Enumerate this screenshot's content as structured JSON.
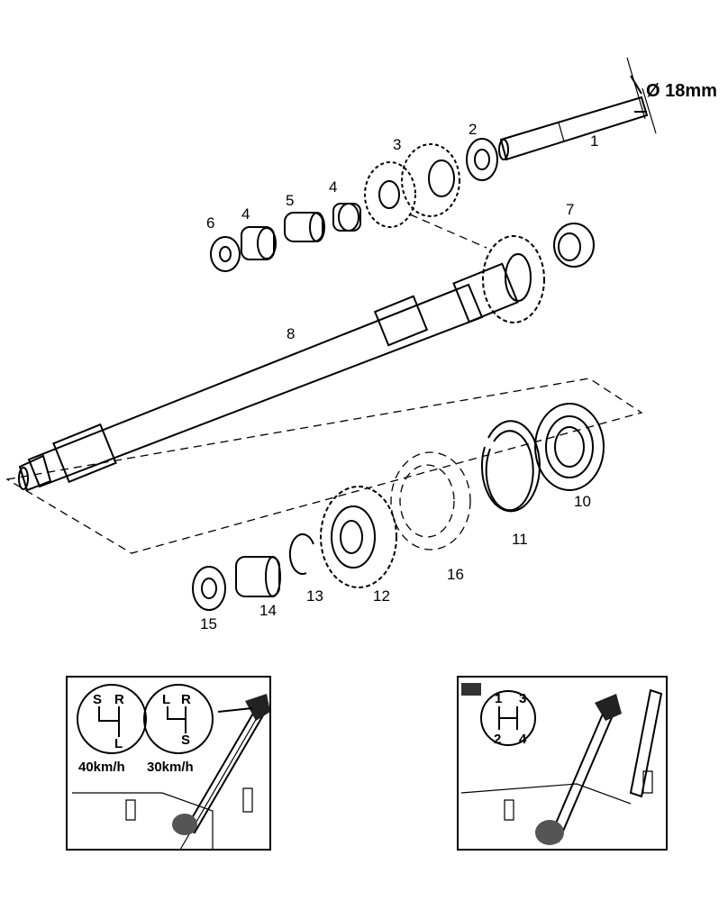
{
  "diameter_label": "Ø 18mm",
  "part_labels": {
    "p1": "1",
    "p2": "2",
    "p3": "3",
    "p4a": "4",
    "p4b": "4",
    "p5": "5",
    "p6": "6",
    "p7": "7",
    "p8": "8",
    "p10": "10",
    "p11": "11",
    "p12": "12",
    "p13": "13",
    "p14": "14",
    "p15": "15",
    "p16": "16"
  },
  "left_inset": {
    "gate1": {
      "s": "S",
      "r": "R",
      "l": "L"
    },
    "gate2": {
      "l": "L",
      "r": "R",
      "s": "S"
    },
    "speed1": "40km/h",
    "speed2": "30km/h"
  },
  "right_inset": {
    "gate": {
      "g1": "1",
      "g2": "2",
      "g3": "3",
      "g4": "4"
    }
  }
}
